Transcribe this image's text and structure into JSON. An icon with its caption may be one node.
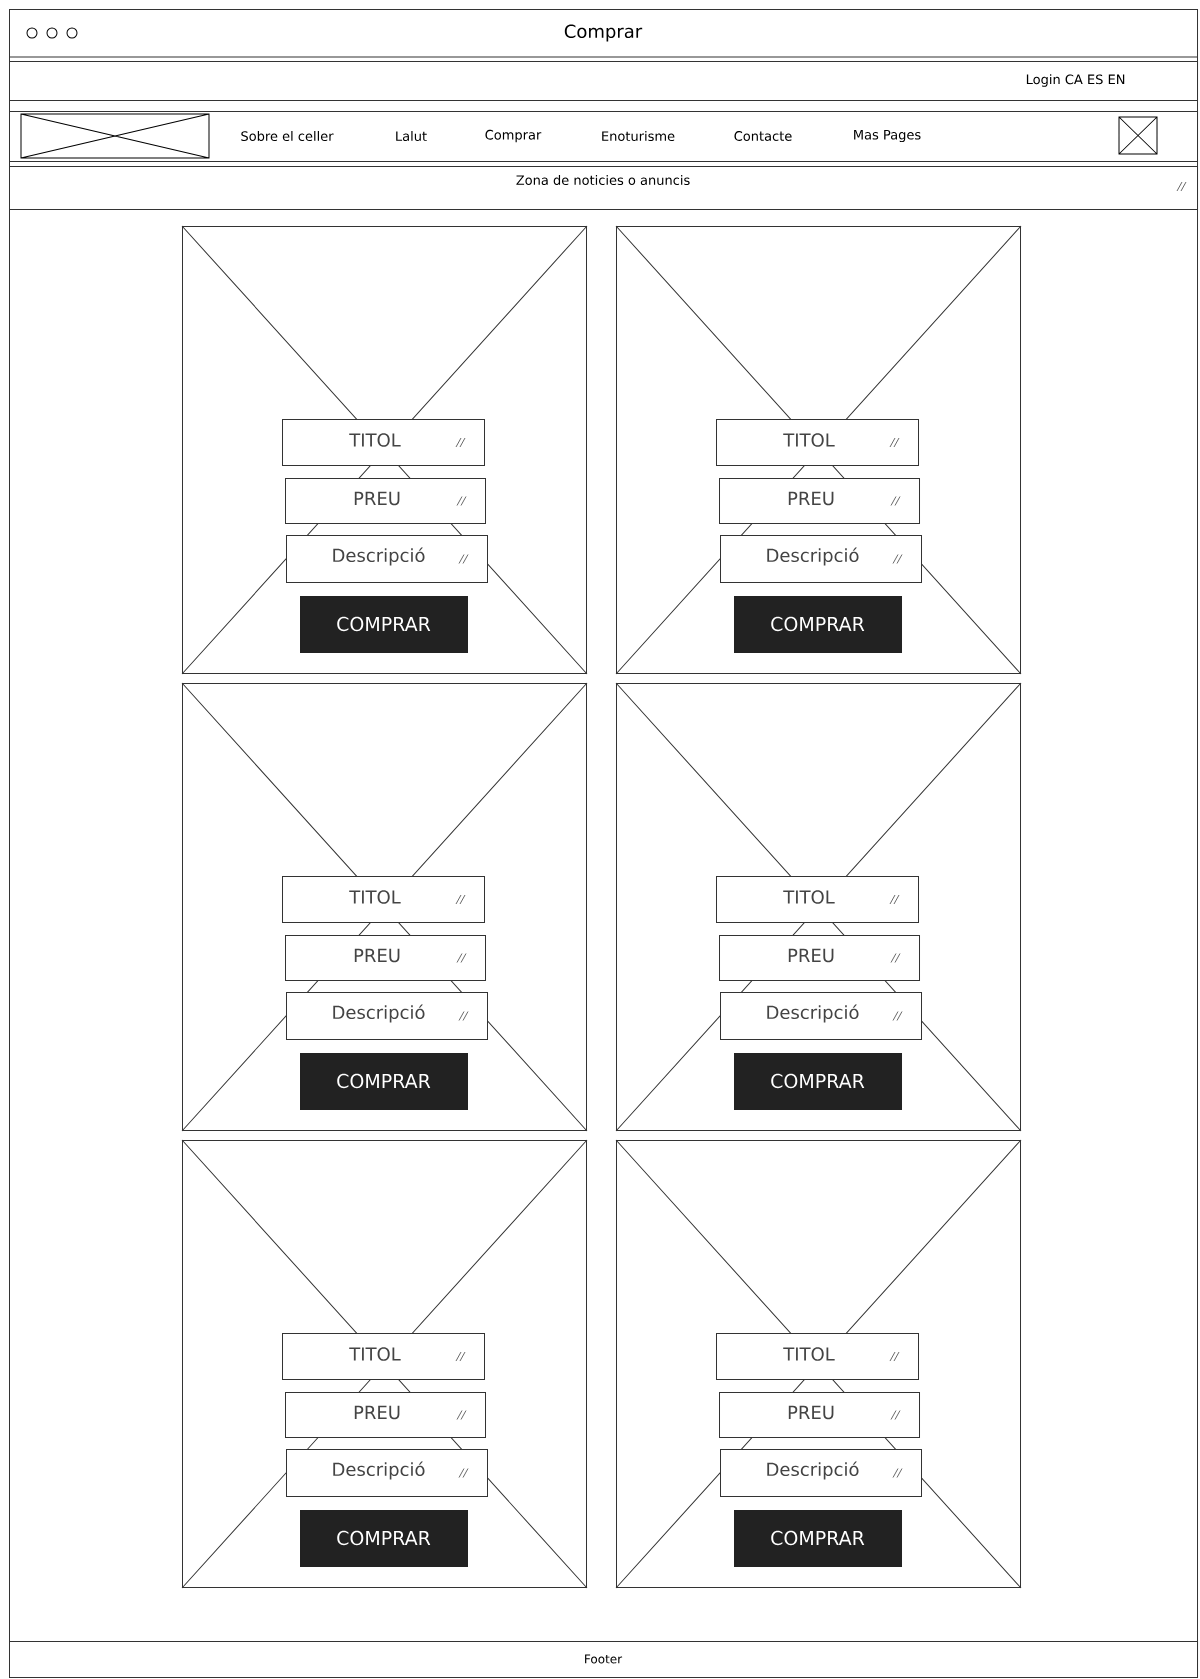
{
  "diagram": {
    "nodes": [
      {
        "text": [
          "Comprar"
        ]
      },
      {
        "text": [
          "Login CA ES EN"
        ],
        "in": 0
      },
      {
        "text": [
          "Sobre el celler",
          "Lalut",
          "Comprar",
          "Enoturisme",
          "Contacte",
          "Mas Pages"
        ],
        "in": 0
      },
      {
        "text": [
          "Zona de noticies o anuncis"
        ],
        "in": 0
      },
      {
        "text": [],
        "shape": "box",
        "in": 0
      },
      {
        "text": [
          "TITOL"
        ],
        "in": 4
      },
      {
        "text": [
          "PREU"
        ],
        "in": 4
      },
      {
        "text": [
          "Descripció"
        ],
        "in": 4
      },
      {
        "text": [
          "COMPRAR"
        ],
        "in": 4
      },
      {
        "text": [],
        "shape": "box",
        "in": 0
      },
      {
        "text": [
          "TITOL"
        ],
        "in": 9
      },
      {
        "text": [
          "PREU"
        ],
        "in": 9
      },
      {
        "text": [
          "Descripció"
        ],
        "in": 9
      },
      {
        "text": [
          "COMPRAR"
        ],
        "in": 9
      },
      {
        "text": [],
        "shape": "box",
        "in": 0
      },
      {
        "text": [
          "TITOL"
        ],
        "in": 14
      },
      {
        "text": [
          "PREU"
        ],
        "in": 14
      },
      {
        "text": [
          "Descripció"
        ],
        "in": 14
      },
      {
        "text": [
          "COMPRAR"
        ],
        "in": 14
      },
      {
        "text": [],
        "shape": "box",
        "in": 0
      },
      {
        "text": [
          "TITOL"
        ],
        "in": 19
      },
      {
        "text": [
          "PREU"
        ],
        "in": 19
      },
      {
        "text": [
          "Descripció"
        ],
        "in": 19
      },
      {
        "text": [
          "COMPRAR"
        ],
        "in": 19
      },
      {
        "text": [],
        "shape": "box",
        "in": 0
      },
      {
        "text": [
          "TITOL"
        ],
        "in": 24
      },
      {
        "text": [
          "PREU"
        ],
        "in": 24
      },
      {
        "text": [
          "Descripció"
        ],
        "in": 24
      },
      {
        "text": [
          "COMPRAR"
        ],
        "in": 24
      },
      {
        "text": [],
        "shape": "box",
        "in": 0
      },
      {
        "text": [
          "TITOL"
        ],
        "in": 29
      },
      {
        "text": [
          "PREU"
        ],
        "in": 29
      },
      {
        "text": [
          "Descripció"
        ],
        "in": 29
      },
      {
        "text": [
          "COMPRAR"
        ],
        "in": 29
      },
      {
        "text": [
          "Footer"
        ],
        "in": 0
      }
    ]
  }
}
